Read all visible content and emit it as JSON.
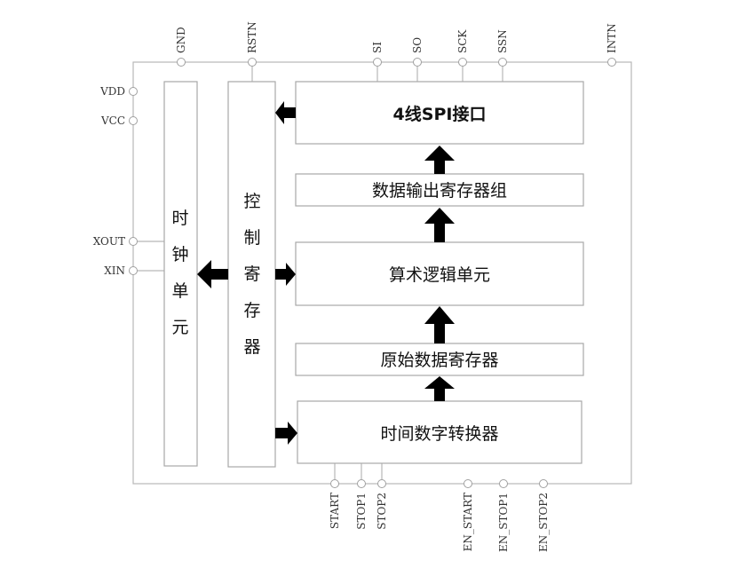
{
  "diagram": {
    "type": "chip-block-diagram",
    "pins": {
      "top": [
        "GND",
        "RSTN",
        "SI",
        "SO",
        "SCK",
        "SSN",
        "INTN"
      ],
      "left": [
        "VDD",
        "VCC",
        "XOUT",
        "XIN"
      ],
      "bottom": [
        "START",
        "STOP1",
        "STOP2",
        "EN_START",
        "EN_STOP1",
        "EN_STOP2"
      ]
    },
    "blocks": {
      "clock_unit": "时钟单元",
      "control_register": "控制寄存器",
      "spi_interface": "4线SPI接口",
      "output_registers": "数据输出寄存器组",
      "alu": "算术逻辑单元",
      "raw_data_register": "原始数据寄存器",
      "tdc": "时间数字转换器"
    },
    "connections": [
      {
        "from": "spi_interface",
        "to": "control_register"
      },
      {
        "from": "output_registers",
        "to": "spi_interface"
      },
      {
        "from": "alu",
        "to": "output_registers"
      },
      {
        "from": "raw_data_register",
        "to": "alu"
      },
      {
        "from": "tdc",
        "to": "raw_data_register"
      },
      {
        "from": "control_register",
        "to": "clock_unit"
      },
      {
        "from": "control_register",
        "to": "alu"
      },
      {
        "from": "control_register",
        "to": "tdc"
      }
    ]
  }
}
